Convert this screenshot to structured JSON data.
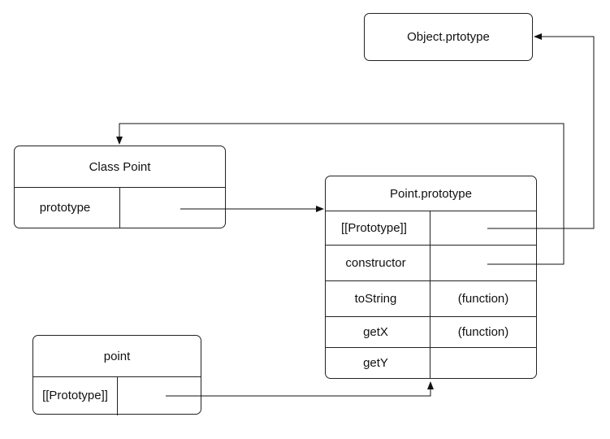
{
  "object_prototype": {
    "title": "Object.prtotype"
  },
  "class_point": {
    "title": "Class Point",
    "rows": [
      {
        "key": "prototype",
        "value": ""
      }
    ]
  },
  "point_prototype": {
    "title": "Point.prototype",
    "rows": [
      {
        "key": "[[Prototype]]",
        "value": ""
      },
      {
        "key": "constructor",
        "value": ""
      },
      {
        "key": "toString",
        "value": "(function)"
      },
      {
        "key": "getX",
        "value": "(function)"
      },
      {
        "key": "getY",
        "value": ""
      }
    ]
  },
  "point_instance": {
    "title": "point",
    "rows": [
      {
        "key": "[[Prototype]]",
        "value": ""
      }
    ]
  }
}
